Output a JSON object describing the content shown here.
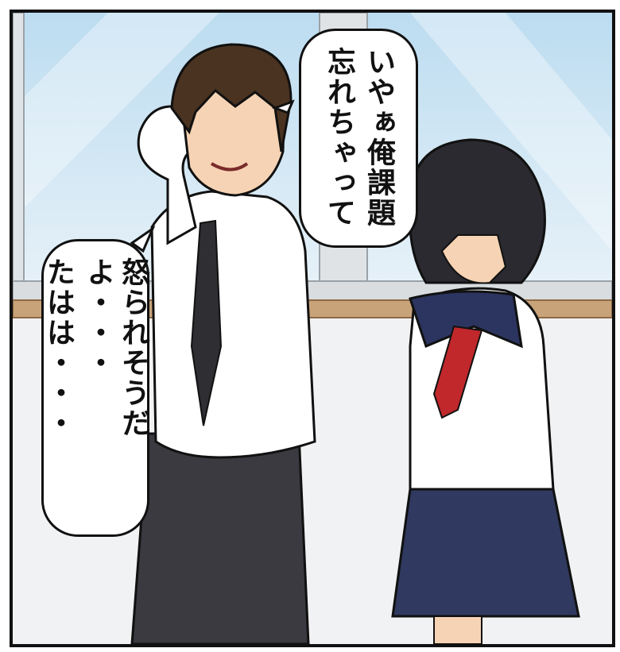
{
  "bubbles": {
    "right": {
      "lines": [
        "いやぁ俺課題",
        "忘れちゃって"
      ]
    },
    "left": {
      "lines": [
        "怒られそうだよ・・・",
        "たはは・・・"
      ]
    }
  },
  "colors": {
    "sky": "#cfe4f2",
    "wall": "#f1f2f4",
    "frame": "#d9dde0",
    "sill": "#c8a37a",
    "hair": "#4a3320",
    "shirt": "#ffffff",
    "tie": "#2e2e33",
    "trousers": "#3a3a40",
    "uniform_navy": "#2c3560",
    "scarf": "#c0282b",
    "skirt": "#30395f",
    "skin": "#f6d3b4",
    "ink": "#111111"
  }
}
